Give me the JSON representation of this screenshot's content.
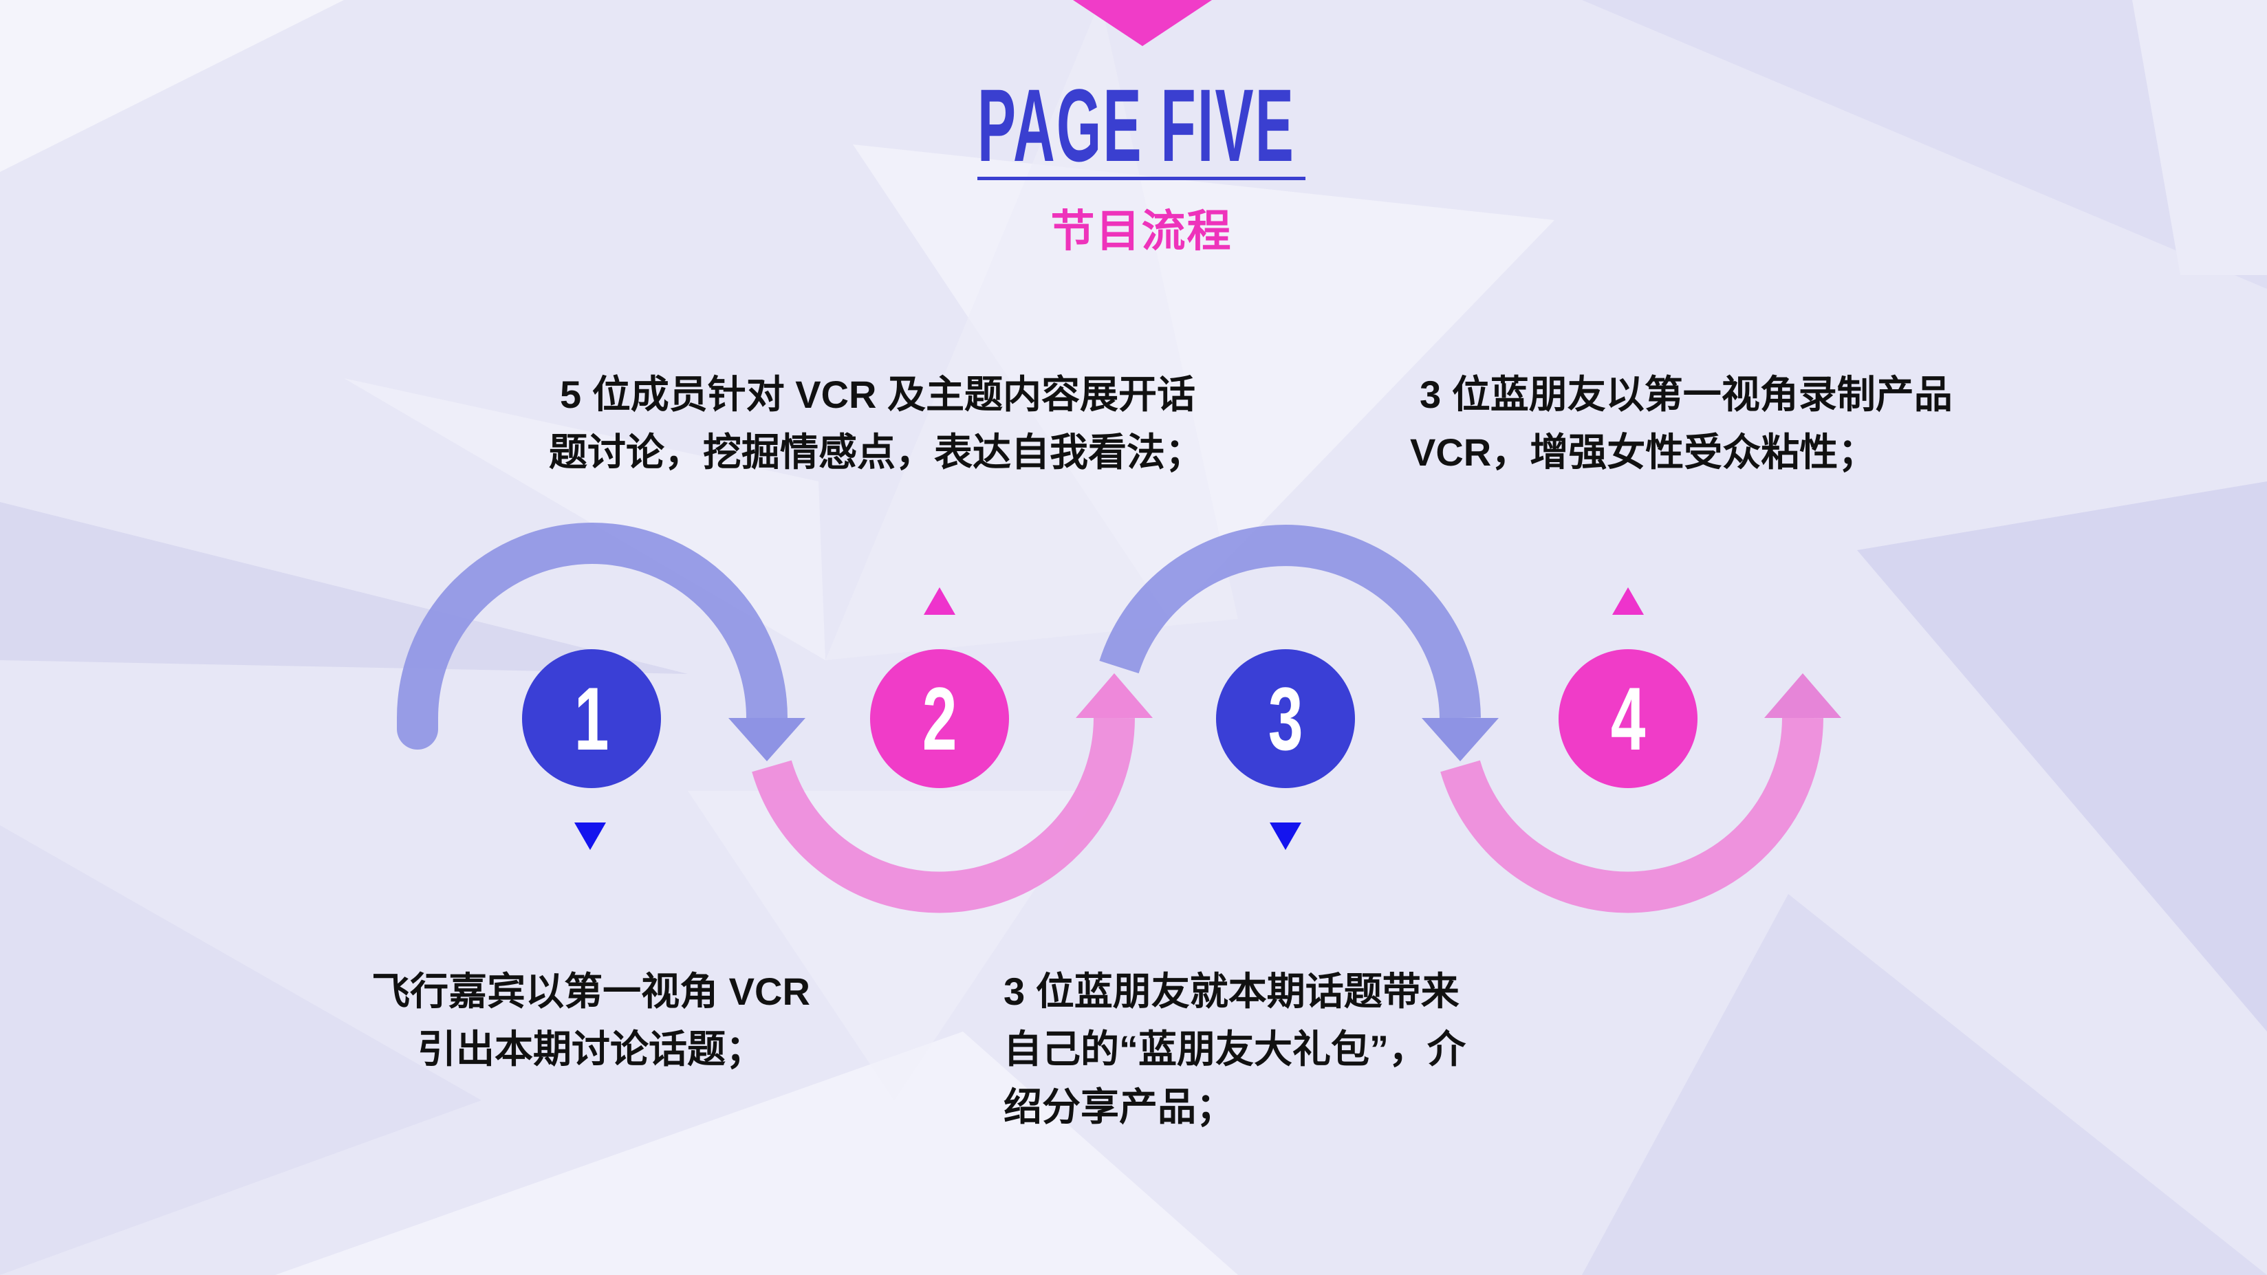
{
  "header": {
    "title": "PAGE FIVE",
    "subtitle": "节目流程"
  },
  "steps": [
    {
      "number": "1",
      "color": "#3a3fd6",
      "lines": [
        "飞行嘉宾以第一视角 VCR",
        "引出本期讨论话题；"
      ]
    },
    {
      "number": "2",
      "color": "#f03cc8",
      "lines": [
        "5 位成员针对 VCR 及主题内容展开话",
        "题讨论，挖掘情感点，表达自我看法；"
      ]
    },
    {
      "number": "3",
      "color": "#3a3fd6",
      "lines": [
        "3 位蓝朋友就本期话题带来",
        "自己的“蓝朋友大礼包”，介",
        "绍分享产品；"
      ]
    },
    {
      "number": "4",
      "color": "#f03cc8",
      "lines": [
        "3 位蓝朋友以第一视角录制产品",
        "VCR，增强女性受众粘性；"
      ]
    }
  ],
  "colors": {
    "blue": "#3a3fd6",
    "pink": "#f03cc8",
    "arc_blue": "#8e93e4",
    "arc_pink": "#ee88da"
  }
}
